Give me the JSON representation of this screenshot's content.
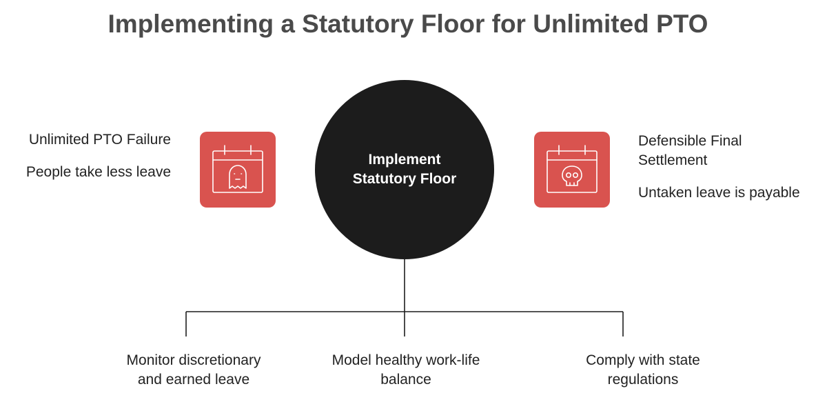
{
  "title": "Implementing a Statutory Floor for Unlimited PTO",
  "hub": {
    "line1": "Implement",
    "line2": "Statutory Floor"
  },
  "left": {
    "heading": "Unlimited PTO Failure",
    "detail": "People take less leave",
    "icon": "calendar-ghost-icon"
  },
  "right": {
    "heading_line1": "Defensible Final",
    "heading_line2": "Settlement",
    "detail": "Untaken leave is payable",
    "icon": "calendar-skull-icon"
  },
  "branches": [
    {
      "line1": "Monitor discretionary",
      "line2": "and earned leave"
    },
    {
      "line1": "Model healthy work-life",
      "line2": "balance"
    },
    {
      "line1": "Comply with state",
      "line2": "regulations"
    }
  ],
  "colors": {
    "accent_red": "#d9534f",
    "hub_black": "#1c1c1c",
    "title_gray": "#4a4a4a"
  }
}
